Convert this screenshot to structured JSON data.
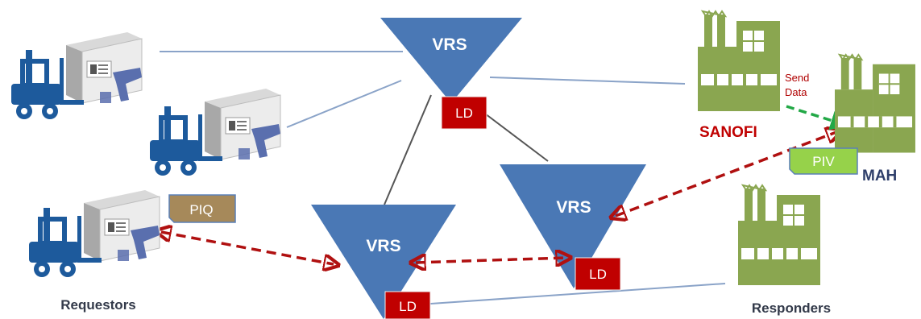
{
  "nodes": {
    "vrs": [
      "VRS",
      "VRS",
      "VRS"
    ],
    "ld": [
      "LD",
      "LD",
      "LD"
    ]
  },
  "labels": {
    "requestors": "Requestors",
    "responders": "Responders",
    "sanofi": "SANOFI",
    "mah": "MAH",
    "send_data_line1": "Send",
    "send_data_line2": "Data",
    "piq": "PIQ",
    "piv": "PIV"
  },
  "colors": {
    "vrs": "#4a78b5",
    "ld": "#c00000",
    "factory": "#8aa650",
    "truck": "#1d5a9c",
    "scanner": "#5a6fae",
    "arrow_red": "#b01010",
    "arrow_green": "#22a846",
    "piq_tag": "#a6895a",
    "piv_tag": "#96d24a",
    "connector": "#8aa3c8"
  },
  "icons": {
    "requestor": "forklift-with-box-and-scanner-icon",
    "responder": "factory-icon"
  }
}
